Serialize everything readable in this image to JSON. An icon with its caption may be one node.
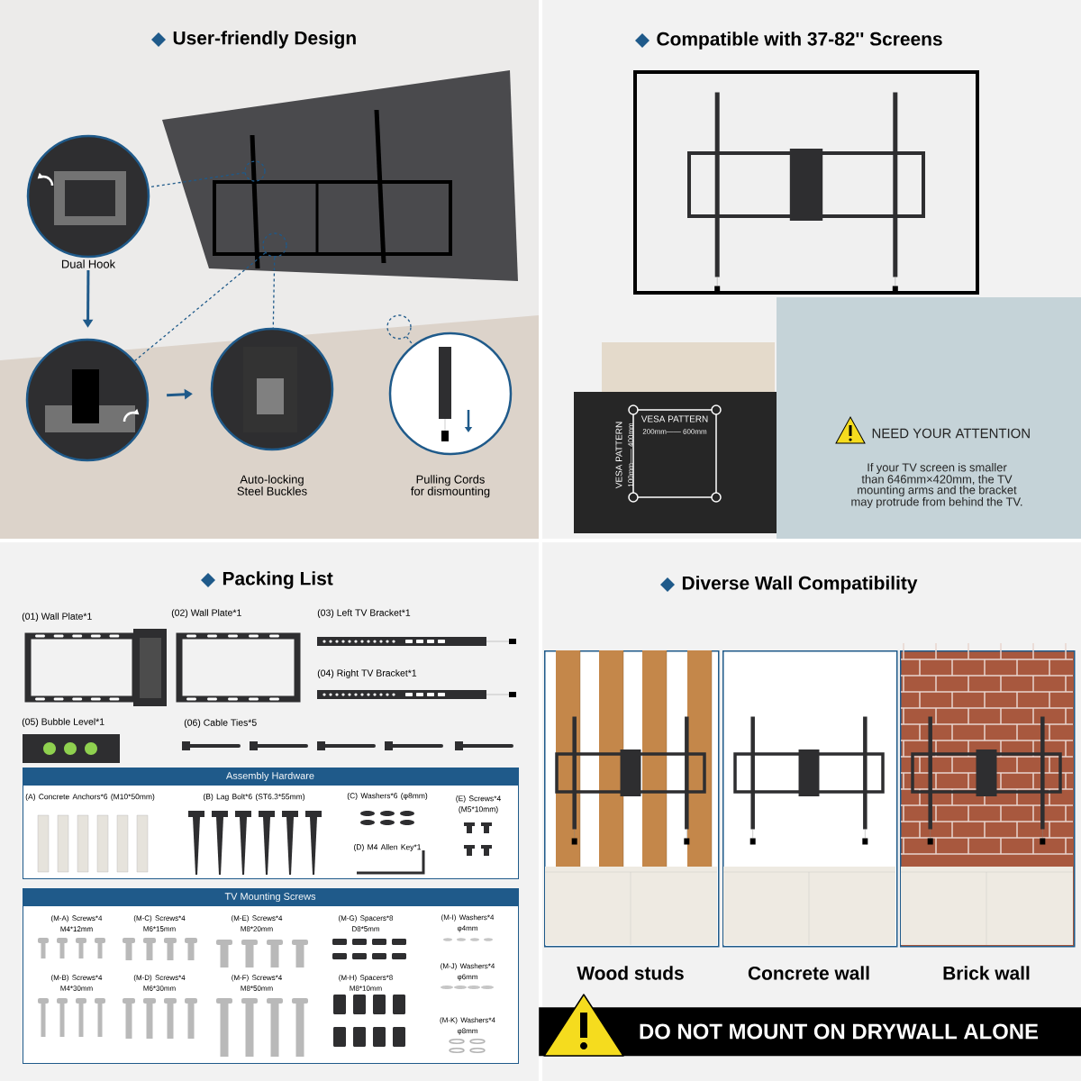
{
  "diagram": {
    "nodes": [
      {
        "text": [
          "Dual Hook"
        ]
      },
      {
        "text": [],
        "shape": "circle"
      },
      {
        "text": [
          "Auto-locking Steel Buckles"
        ]
      },
      {
        "text": [
          "Pulling Cords for dismounting"
        ]
      },
      {
        "text": [],
        "shape": "circle"
      },
      {
        "text": [],
        "shape": "circle"
      },
      {
        "text": [],
        "shape": "circle"
      },
      {
        "text": [
          "Assembly Hardware",
          "(A) Concrete Anchors*6 (M10*50mm)",
          "(B) Lag Bolt*6 (ST6.3*55mm)",
          "(C) Washers*6 (φ8mm)",
          "(E) Screws*4 (M5*10mm)",
          "(D) M4 Allen Key*1"
        ]
      },
      {
        "text": [
          "TV Mounting Screws",
          "(M-A) Screws*4 M4*12mm",
          "(M-C) Screws*4 M6*15mm",
          "(M-E) Screws*4 M8*20mm",
          "(M-G) Spacers*8 D8*5mm",
          "(M-I) Washers*4 φ4mm",
          "(M-J) Washers*4 φ6mm",
          "(M-B) Screws*4 M4*30mm",
          "(M-D) Screws*4 M6*30mm",
          "(M-F) Screws*4 M8*50mm",
          "(M-H) Spacers*8 M8*10mm",
          "(M-K) Washers*4 φ8mm"
        ]
      },
      {
        "text": [
          "Wood studs"
        ]
      },
      {
        "text": [
          "Concrete wall"
        ]
      },
      {
        "text": [
          "Brick wall"
        ]
      },
      {
        "text": [
          "DO NOT MOUNT ON DRYWALL ALONE"
        ]
      }
    ],
    "edges": [
      {
        "from": 4,
        "to": 0,
        "arrow": "none",
        "style": "dashed"
      },
      {
        "from": 5,
        "to": 1,
        "arrow": "none",
        "style": "dashed"
      },
      {
        "from": 5,
        "to": 2,
        "arrow": "none",
        "style": "dashed"
      },
      {
        "from": 6,
        "to": 3,
        "arrow": "none",
        "style": "dashed"
      },
      {
        "from": 0,
        "to": 1,
        "arrow": "to"
      },
      {
        "from": 1,
        "to": 2,
        "arrow": "to"
      }
    ],
    "labels": [
      "User-friendly Design",
      "Compatible with 37-82'' Screens",
      "VESA PATTERN",
      "200mm—— 600mm",
      "VESA PATTERN",
      "100mm—— 400mm",
      "NEED YOUR ATTENTION",
      "If your TV screen is smaller than 646mm×420mm, the TV mounting arms and the bracket may protrude from behind the TV.",
      "Packing List",
      "(01) Wall Plate*1",
      "(02) Wall Plate*1",
      "(03) Left TV Bracket*1",
      "(04) Right TV Bracket*1",
      "(05) Bubble Level*1",
      "(06) Cable Ties*5",
      "Diverse Wall Compatibility"
    ]
  }
}
